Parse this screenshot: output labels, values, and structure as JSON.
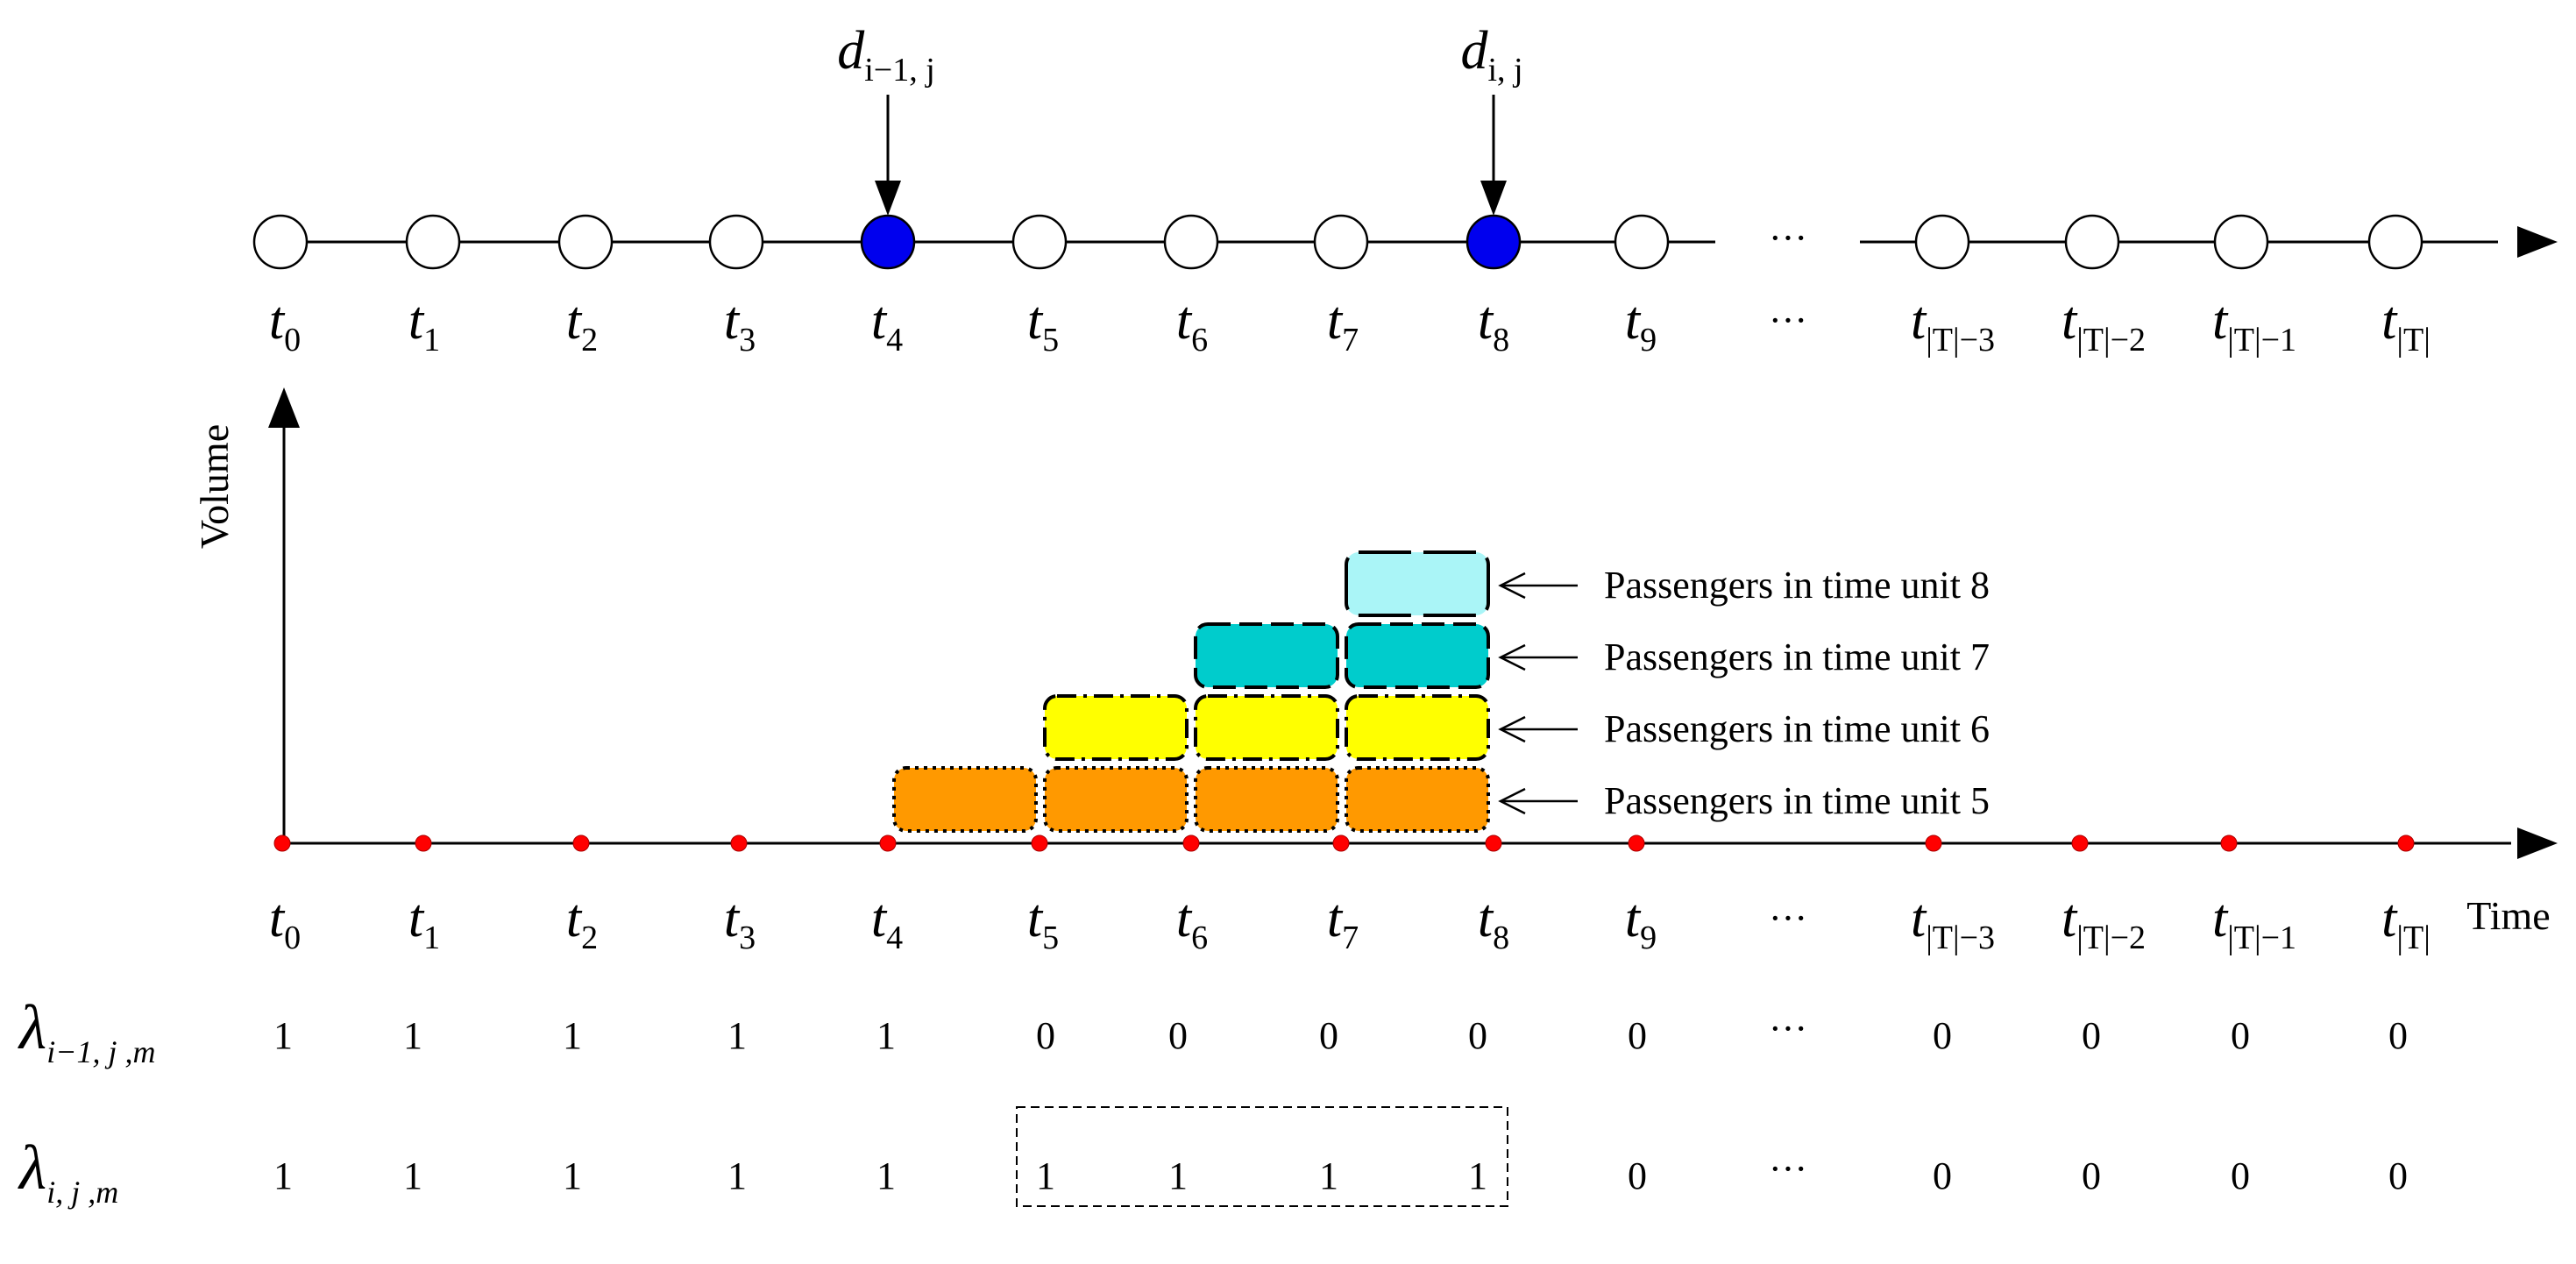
{
  "top_timeline": {
    "nodes": [
      {
        "sub": "0",
        "filled": false
      },
      {
        "sub": "1",
        "filled": false
      },
      {
        "sub": "2",
        "filled": false
      },
      {
        "sub": "3",
        "filled": false
      },
      {
        "sub": "4",
        "filled": true
      },
      {
        "sub": "5",
        "filled": false
      },
      {
        "sub": "6",
        "filled": false
      },
      {
        "sub": "7",
        "filled": false
      },
      {
        "sub": "8",
        "filled": true
      },
      {
        "sub": "9",
        "filled": false
      },
      {
        "sub": "|T|−3",
        "filled": false
      },
      {
        "sub": "|T|−2",
        "filled": false
      },
      {
        "sub": "|T|−1",
        "filled": false
      },
      {
        "sub": "|T|",
        "filled": false
      }
    ],
    "ellipsis": "···",
    "label_letter": "t",
    "markers": [
      {
        "letter": "d",
        "sub": "i−1, j",
        "at_node": 4
      },
      {
        "letter": "d",
        "sub": "i, j",
        "at_node": 8
      }
    ],
    "fill_color": "#0000ee"
  },
  "volume_chart": {
    "y_label": "Volume",
    "x_label": "Time",
    "tick_letter": "t",
    "tick_subs": [
      "0",
      "1",
      "2",
      "3",
      "4",
      "5",
      "6",
      "7",
      "8",
      "9",
      "|T|−3",
      "|T|−2",
      "|T|−1",
      "|T|"
    ],
    "ellipsis": "···",
    "dot_color": "#ff0000",
    "layers": [
      {
        "label": "Passengers in time unit 5",
        "color": "#ff9900",
        "border": "dotted",
        "columns": [
          4,
          5,
          6,
          7
        ]
      },
      {
        "label": "Passengers in time unit 6",
        "color": "#ffff00",
        "border": "dashdot",
        "columns": [
          5,
          6,
          7
        ]
      },
      {
        "label": "Passengers in time unit 7",
        "color": "#00cccc",
        "border": "dashed",
        "columns": [
          6,
          7
        ]
      },
      {
        "label": "Passengers in time unit 8",
        "color": "#aaf5f7",
        "border": "longdash",
        "columns": [
          7
        ]
      }
    ]
  },
  "lambda_rows": [
    {
      "letter": "λ",
      "sub": "i−1, j ,m",
      "values": [
        "1",
        "1",
        "1",
        "1",
        "1",
        "0",
        "0",
        "0",
        "0",
        "0",
        "0",
        "0",
        "0",
        "0"
      ]
    },
    {
      "letter": "λ",
      "sub": "i, j ,m",
      "values": [
        "1",
        "1",
        "1",
        "1",
        "1",
        "1",
        "1",
        "1",
        "1",
        "0",
        "0",
        "0",
        "0",
        "0"
      ],
      "highlight_range": [
        5,
        8
      ]
    }
  ]
}
